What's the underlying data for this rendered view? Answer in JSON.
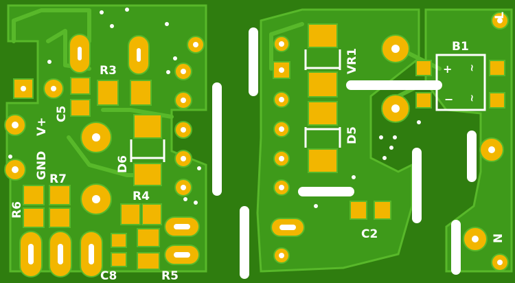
{
  "colors": {
    "board": "#2f7d0f",
    "copper": "#3e9a1a",
    "trace": "#58b82a",
    "pad": "#f2b600",
    "hole": "#ffffff",
    "silkscreen": "#ffffff"
  },
  "labels": {
    "r3": "R3",
    "c5": "C5",
    "v_plus": "V+",
    "gnd": "GND",
    "r7": "R7",
    "r6": "R6",
    "d6": "D6",
    "r4": "R4",
    "c8": "C8",
    "r5": "R5",
    "vr1": "VR1",
    "d5": "D5",
    "c2": "C2",
    "b1": "B1",
    "l": "L",
    "n": "N",
    "bridge_plus": "+",
    "bridge_minus": "−",
    "bridge_ac_1": "~",
    "bridge_ac_2": "~"
  }
}
